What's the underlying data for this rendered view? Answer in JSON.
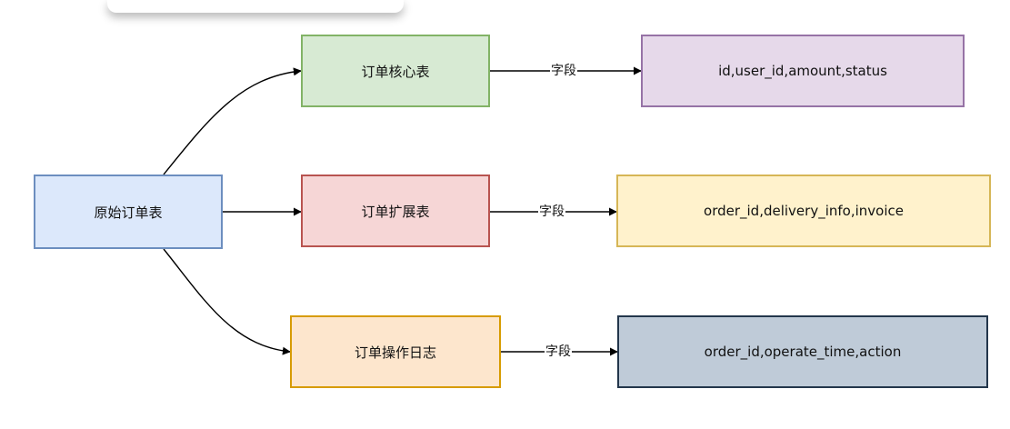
{
  "diagram": {
    "source": {
      "label": "原始订单表"
    },
    "tables": [
      {
        "label": "订单核心表",
        "edge_label": "字段",
        "fields": "id,user_id,amount,status"
      },
      {
        "label": "订单扩展表",
        "edge_label": "字段",
        "fields": "order_id,delivery_info,invoice"
      },
      {
        "label": "订单操作日志",
        "edge_label": "字段",
        "fields": "order_id,operate_time,action"
      }
    ]
  },
  "colors": {
    "source": {
      "fill": "#dce8fb",
      "stroke": "#6c8ebf"
    },
    "tables": [
      {
        "fill": "#d7ead3",
        "stroke": "#82b366"
      },
      {
        "fill": "#f6d6d6",
        "stroke": "#b85450"
      },
      {
        "fill": "#fde6cd",
        "stroke": "#d79b00"
      }
    ],
    "fields": [
      {
        "fill": "#e6d9ea",
        "stroke": "#9673a6"
      },
      {
        "fill": "#fff2cc",
        "stroke": "#d6b656"
      },
      {
        "fill": "#bfcbd8",
        "stroke": "#23364b"
      }
    ],
    "edge": "#000000"
  }
}
